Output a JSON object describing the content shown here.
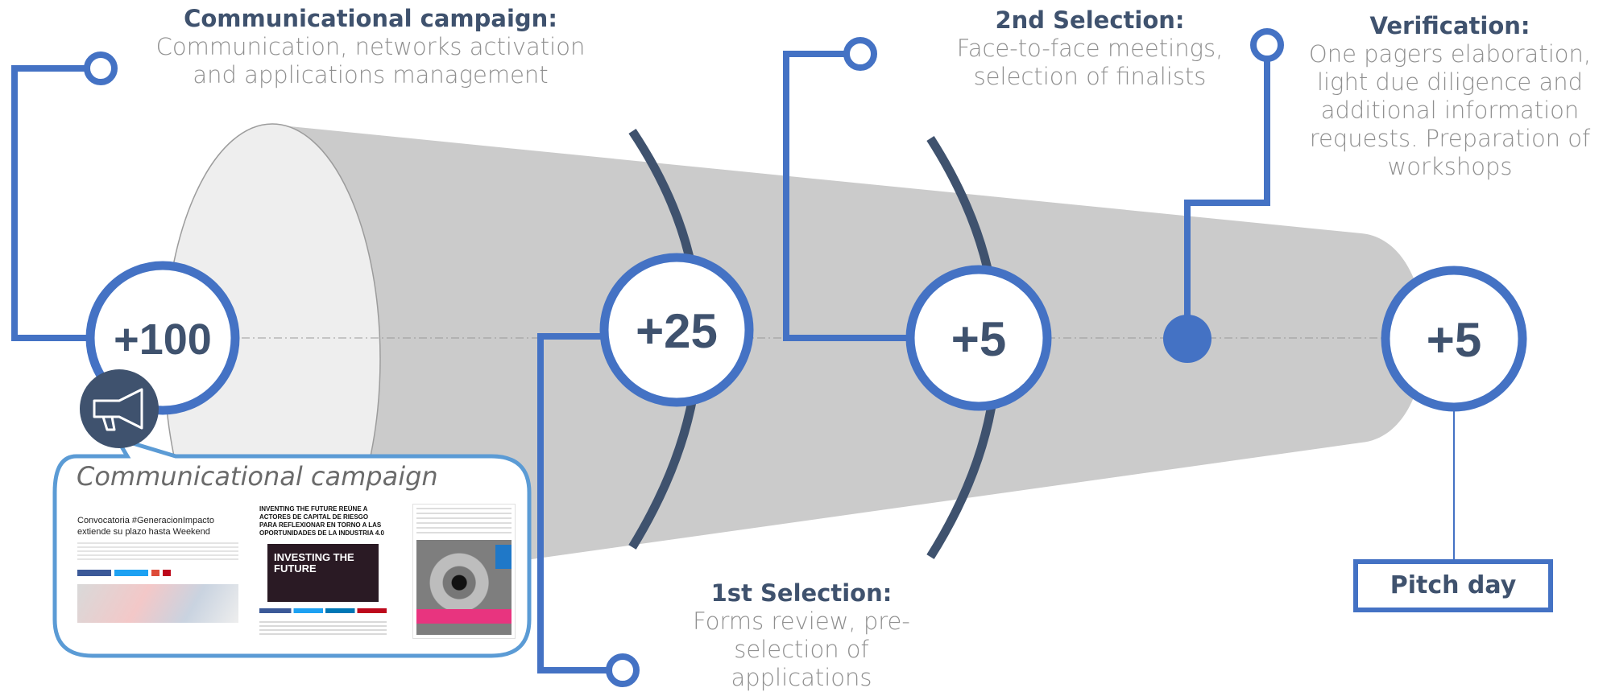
{
  "colors": {
    "accent": "#4472c4",
    "dark_navy": "#3f526e",
    "funnel_gray": "#cbcbcb",
    "text_gray": "#8f8f8f"
  },
  "stages": [
    {
      "value": "+100"
    },
    {
      "value": "+25"
    },
    {
      "value": "+5"
    },
    {
      "value": "+5"
    }
  ],
  "phases": {
    "communicational": {
      "title": "Communicational campaign:",
      "description": "Communication, networks activation and applications management"
    },
    "first_selection": {
      "title": "1st Selection:",
      "description": "Forms review, pre-selection of applications"
    },
    "second_selection": {
      "title": "2nd Selection:",
      "description": "Face-to-face meetings, selection of finalists"
    },
    "verification": {
      "title": "Verification:",
      "description": "One pagers elaboration, light due diligence and additional information requests. Preparation of workshops"
    }
  },
  "pitch_day_label": "Pitch day",
  "callout": {
    "icon": "megaphone-icon",
    "title": "Communicational campaign",
    "article1_title": "Convocatoria #GeneracionImpacto extiende su plazo hasta Weekend",
    "article2_title": "INVENTING THE FUTURE REÚNE A ACTORES DE CAPITAL DE RIESGO PARA REFLEXIONAR EN TORNO A LAS OPORTUNIDADES DE LA INDUSTRIA 4.0",
    "article2_image_text": "INVESTING THE FUTURE"
  }
}
